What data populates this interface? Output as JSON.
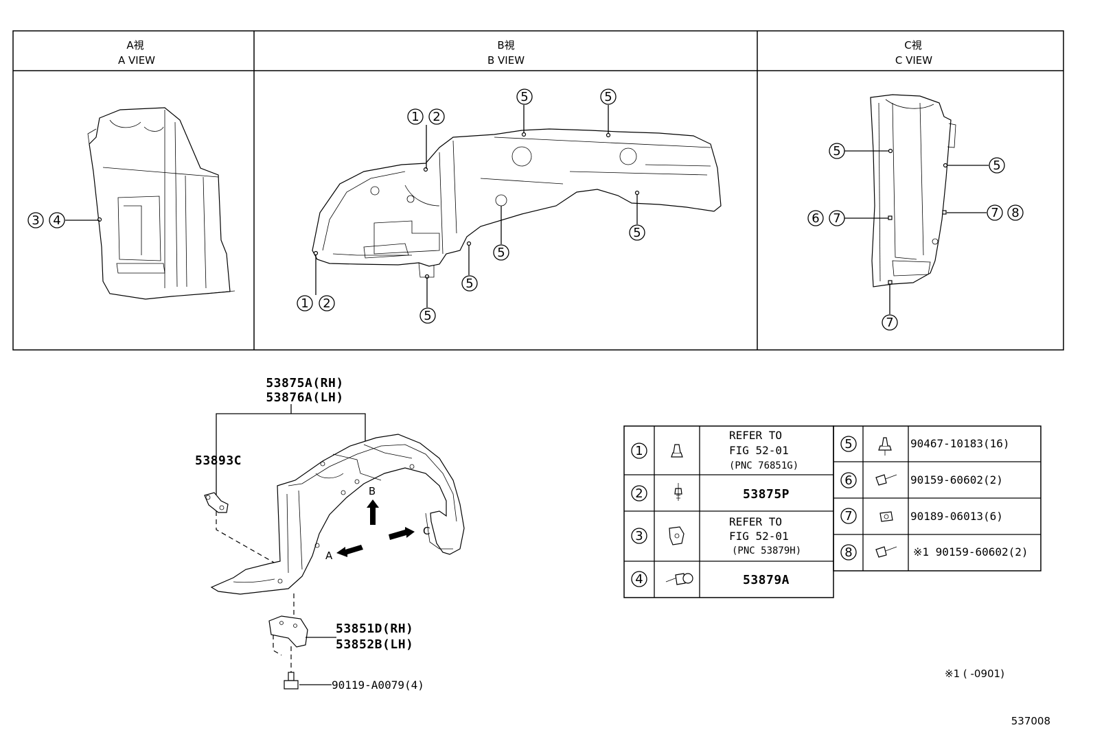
{
  "views": [
    {
      "title_jp": "A視",
      "title_en": "A VIEW"
    },
    {
      "title_jp": "B視",
      "title_en": "B VIEW"
    },
    {
      "title_jp": "C視",
      "title_en": "C VIEW"
    }
  ],
  "callouts": {
    "a_view": [
      {
        "nums": [
          "3",
          "4"
        ]
      }
    ],
    "b_view": [
      {
        "nums": [
          "1",
          "2"
        ]
      },
      {
        "nums": [
          "5"
        ]
      },
      {
        "nums": [
          "5"
        ]
      },
      {
        "nums": [
          "1",
          "2"
        ]
      },
      {
        "nums": [
          "5"
        ]
      },
      {
        "nums": [
          "5"
        ]
      },
      {
        "nums": [
          "5"
        ]
      },
      {
        "nums": [
          "5"
        ]
      }
    ],
    "c_view": [
      {
        "nums": [
          "5"
        ]
      },
      {
        "nums": [
          "5"
        ]
      },
      {
        "nums": [
          "6",
          "7"
        ]
      },
      {
        "nums": [
          "7",
          "8"
        ]
      },
      {
        "nums": [
          "7"
        ]
      }
    ]
  },
  "main_parts": {
    "liner_rh": "53875A(RH)",
    "liner_lh": "53876A(LH)",
    "clip": "53893C",
    "bracket_rh": "53851D(RH)",
    "bracket_lh": "53852B(LH)",
    "bolt": "90119-A0079(4)",
    "arrow_a": "A",
    "arrow_b": "B",
    "arrow_c": "C"
  },
  "legend": {
    "left": [
      {
        "num": "1",
        "icon": "clip-fastener-icon",
        "lines": [
          "REFER TO",
          "FIG 52-01",
          "(PNC 76851G)"
        ]
      },
      {
        "num": "2",
        "icon": "screw-fastener-icon",
        "lines": [
          "53875P"
        ]
      },
      {
        "num": "3",
        "icon": "nut-clip-icon",
        "lines": [
          "REFER TO",
          "FIG 52-01",
          "(PNC 53879H)"
        ]
      },
      {
        "num": "4",
        "icon": "screw-grommet-icon",
        "lines": [
          "53879A"
        ]
      }
    ],
    "right": [
      {
        "num": "5",
        "icon": "push-clip-icon",
        "text": "90467-10183(16)"
      },
      {
        "num": "6",
        "icon": "tapping-screw-icon",
        "text": "90159-60602(2)"
      },
      {
        "num": "7",
        "icon": "grommet-nut-icon",
        "text": "90189-06013(6)"
      },
      {
        "num": "8",
        "icon": "tapping-screw-icon",
        "text": "※1 90159-60602(2)"
      }
    ]
  },
  "footnote": "※1 (        -0901)",
  "diagram_id": "537008"
}
